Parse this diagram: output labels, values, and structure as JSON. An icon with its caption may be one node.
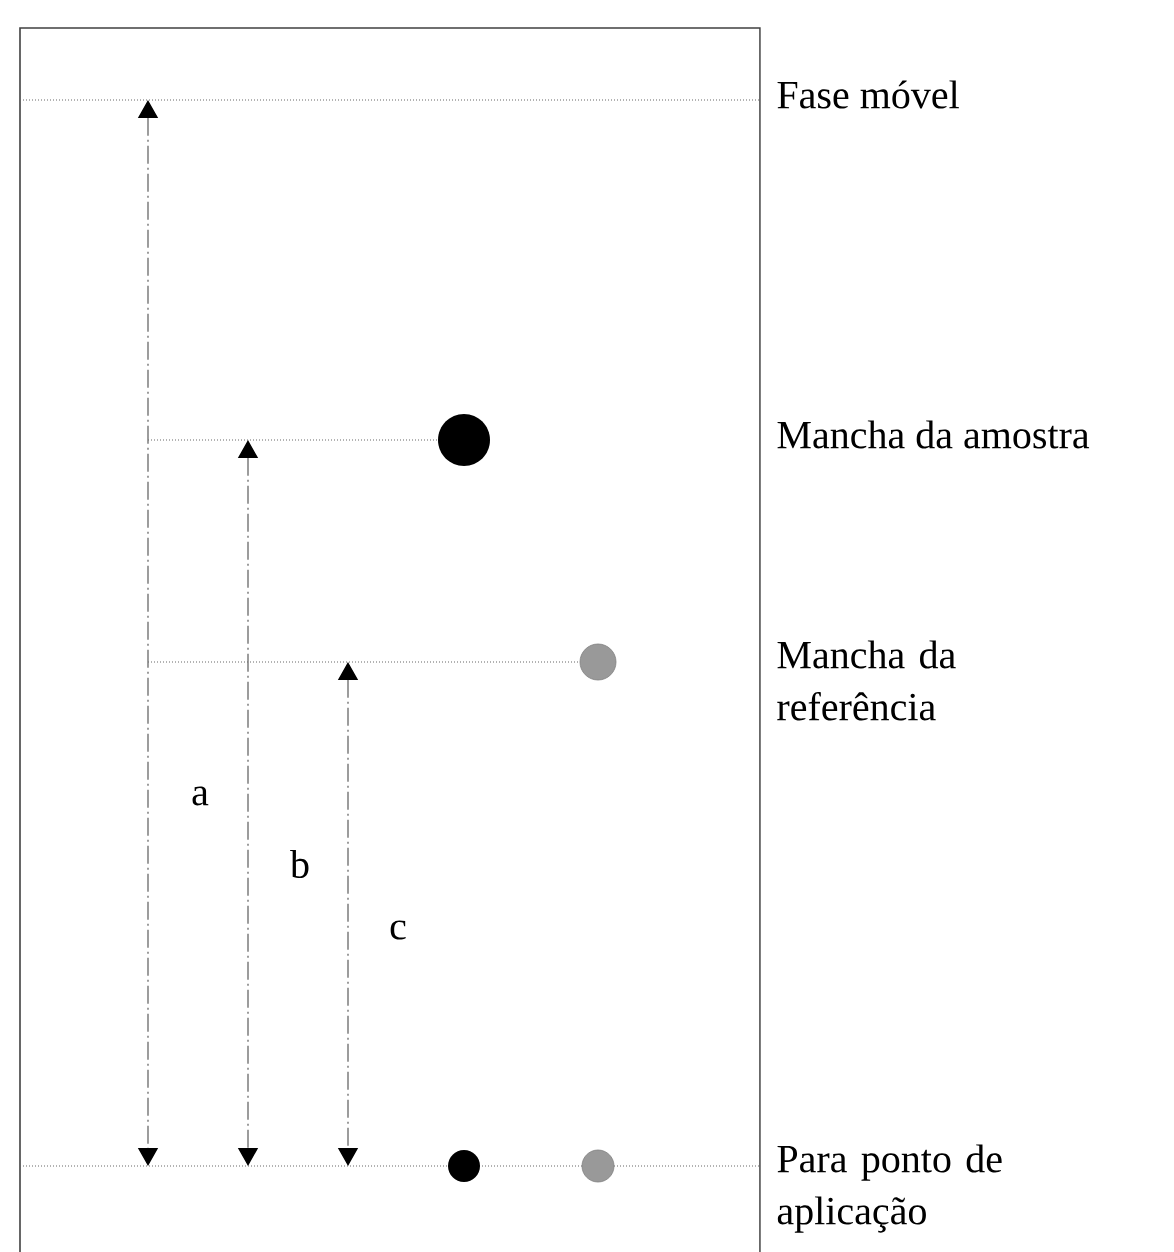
{
  "diagram": {
    "labels": [
      "Fase móvel",
      "Mancha da amostra",
      "Mancha da referência",
      "a",
      "b",
      "c",
      "Para ponto de aplicação"
    ]
  }
}
